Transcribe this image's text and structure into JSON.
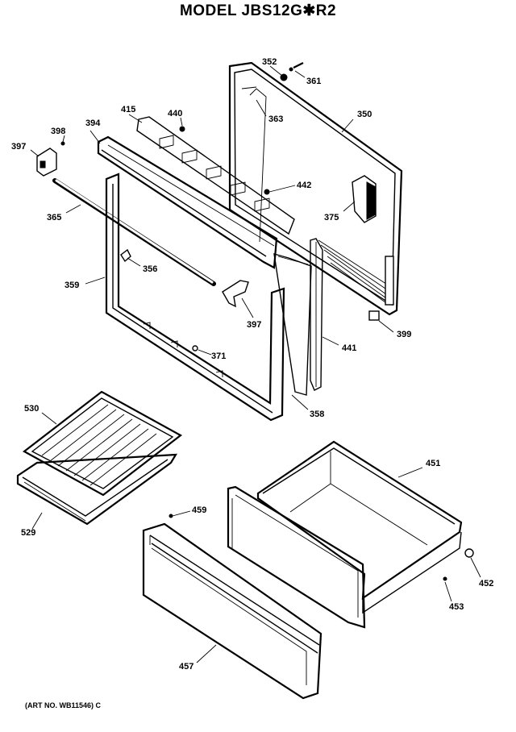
{
  "title": "MODEL JBS12G✱R2",
  "art_number": "(ART NO. WB11546) C",
  "part_labels": {
    "p352": "352",
    "p361": "361",
    "p363": "363",
    "p350": "350",
    "p415": "415",
    "p440": "440",
    "p394": "394",
    "p398": "398",
    "p397a": "397",
    "p442": "442",
    "p375": "375",
    "p365": "365",
    "p356": "356",
    "p359": "359",
    "p397b": "397",
    "p441": "441",
    "p399": "399",
    "p371": "371",
    "p358": "358",
    "p530": "530",
    "p451": "451",
    "p459": "459",
    "p529": "529",
    "p452": "452",
    "p453": "453",
    "p457": "457"
  }
}
